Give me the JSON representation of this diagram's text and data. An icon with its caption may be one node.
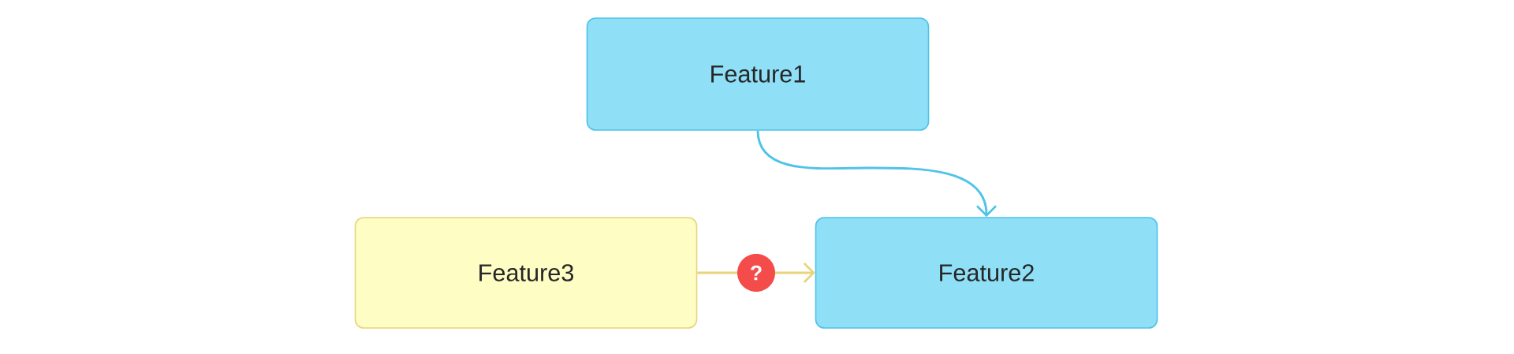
{
  "diagram": {
    "nodes": [
      {
        "text": [
          "Feature1"
        ]
      },
      {
        "text": [
          "Feature2"
        ]
      },
      {
        "text": [
          "Feature3"
        ]
      }
    ],
    "edges": [
      {
        "from": 0,
        "to": 1,
        "arrow": "to",
        "color": "#4fc3e8"
      },
      {
        "from": 2,
        "to": 1,
        "arrow": "to",
        "label": "?",
        "color": "#e8d47a"
      }
    ]
  }
}
